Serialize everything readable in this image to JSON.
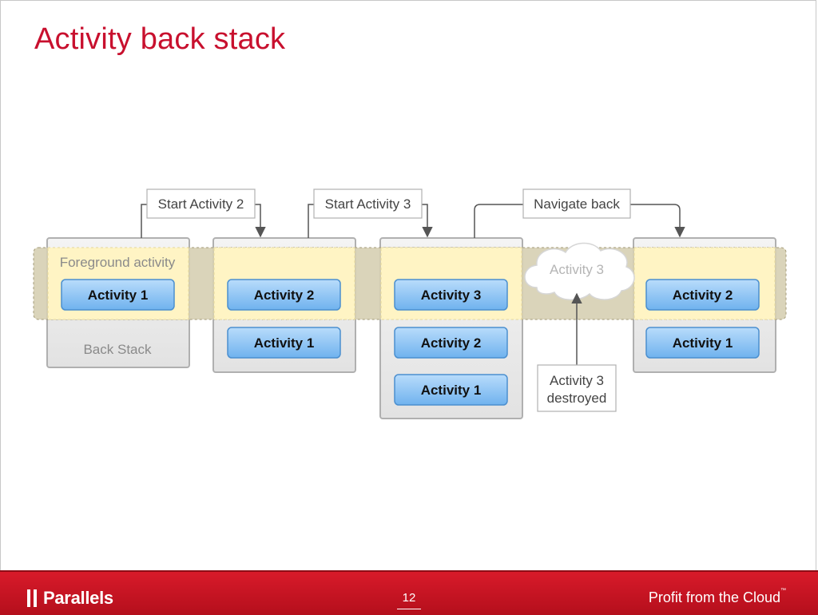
{
  "slide": {
    "title": "Activity back stack",
    "page_number": "12",
    "tagline": "Profit from the Cloud",
    "trademark": "™",
    "logo_text": "Parallels"
  },
  "diagram": {
    "foreground_label": "Foreground activity",
    "back_stack_label": "Back Stack",
    "stacks": [
      {
        "foreground": "Activity 1",
        "back": []
      },
      {
        "foreground": "Activity 2",
        "back": [
          "Activity 1"
        ]
      },
      {
        "foreground": "Activity 3",
        "back": [
          "Activity 2",
          "Activity 1"
        ]
      },
      {
        "foreground": "Activity 2",
        "back": [
          "Activity 1"
        ]
      }
    ],
    "actions": [
      "Start Activity 2",
      "Start Activity 3",
      "Navigate back"
    ],
    "destroyed_cloud": "Activity 3",
    "destroyed_note": [
      "Activity 3",
      "destroyed"
    ]
  },
  "colors": {
    "title_red": "#c8102e",
    "footer_red": "#c8102e",
    "activity_blue": "#8ec6f5",
    "foreground_band": "#d6cfb2",
    "highlight_yellow": "#fff4c4"
  }
}
